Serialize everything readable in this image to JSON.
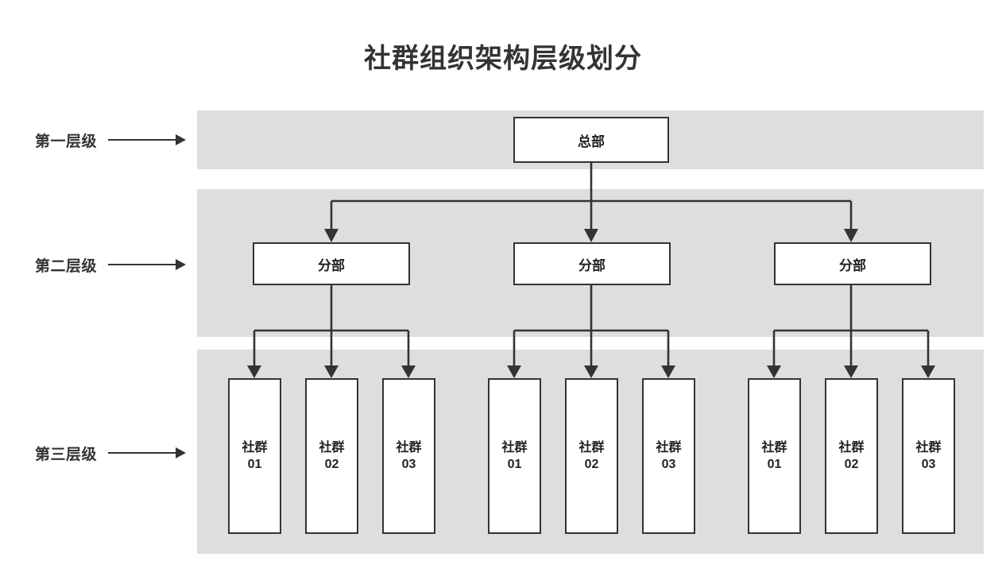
{
  "title": "社群组织架构层级划分",
  "levels": [
    {
      "id": "level-1",
      "label": "第一层级"
    },
    {
      "id": "level-2",
      "label": "第二层级"
    },
    {
      "id": "level-3",
      "label": "第三层级"
    }
  ],
  "nodes": {
    "headquarters": {
      "label": "总部"
    },
    "branches": [
      {
        "label": "分部"
      },
      {
        "label": "分部"
      },
      {
        "label": "分部"
      }
    ],
    "groups": [
      {
        "name": "社群",
        "number": "01"
      },
      {
        "name": "社群",
        "number": "02"
      },
      {
        "name": "社群",
        "number": "03"
      },
      {
        "name": "社群",
        "number": "01"
      },
      {
        "name": "社群",
        "number": "02"
      },
      {
        "name": "社群",
        "number": "03"
      },
      {
        "name": "社群",
        "number": "01"
      },
      {
        "name": "社群",
        "number": "02"
      },
      {
        "name": "社群",
        "number": "03"
      }
    ]
  },
  "colors": {
    "band_background": "#dedede",
    "node_border": "#333333",
    "node_fill": "#ffffff",
    "text": "#333333",
    "connector": "#333333",
    "page_background": "#ffffff"
  },
  "chart_data": {
    "type": "diagram",
    "diagram_kind": "organization-hierarchy-tree",
    "title": "社群组织架构层级划分",
    "levels": [
      "第一层级",
      "第二层级",
      "第三层级"
    ],
    "nodes": [
      {
        "id": "hq",
        "label": "总部",
        "level": 1
      },
      {
        "id": "branch-1",
        "label": "分部",
        "level": 2
      },
      {
        "id": "branch-2",
        "label": "分部",
        "level": 2
      },
      {
        "id": "branch-3",
        "label": "分部",
        "level": 2
      },
      {
        "id": "g1-1",
        "label": "社群 01",
        "level": 3
      },
      {
        "id": "g1-2",
        "label": "社群 02",
        "level": 3
      },
      {
        "id": "g1-3",
        "label": "社群 03",
        "level": 3
      },
      {
        "id": "g2-1",
        "label": "社群 01",
        "level": 3
      },
      {
        "id": "g2-2",
        "label": "社群 02",
        "level": 3
      },
      {
        "id": "g2-3",
        "label": "社群 03",
        "level": 3
      },
      {
        "id": "g3-1",
        "label": "社群 01",
        "level": 3
      },
      {
        "id": "g3-2",
        "label": "社群 02",
        "level": 3
      },
      {
        "id": "g3-3",
        "label": "社群 03",
        "level": 3
      }
    ],
    "edges": [
      {
        "from": "hq",
        "to": "branch-1"
      },
      {
        "from": "hq",
        "to": "branch-2"
      },
      {
        "from": "hq",
        "to": "branch-3"
      },
      {
        "from": "branch-1",
        "to": "g1-1"
      },
      {
        "from": "branch-1",
        "to": "g1-2"
      },
      {
        "from": "branch-1",
        "to": "g1-3"
      },
      {
        "from": "branch-2",
        "to": "g2-1"
      },
      {
        "from": "branch-2",
        "to": "g2-2"
      },
      {
        "from": "branch-2",
        "to": "g2-3"
      },
      {
        "from": "branch-3",
        "to": "g3-1"
      },
      {
        "from": "branch-3",
        "to": "g3-2"
      },
      {
        "from": "branch-3",
        "to": "g3-3"
      }
    ],
    "counts": {
      "level_1": 1,
      "level_2": 3,
      "level_3": 9
    }
  }
}
